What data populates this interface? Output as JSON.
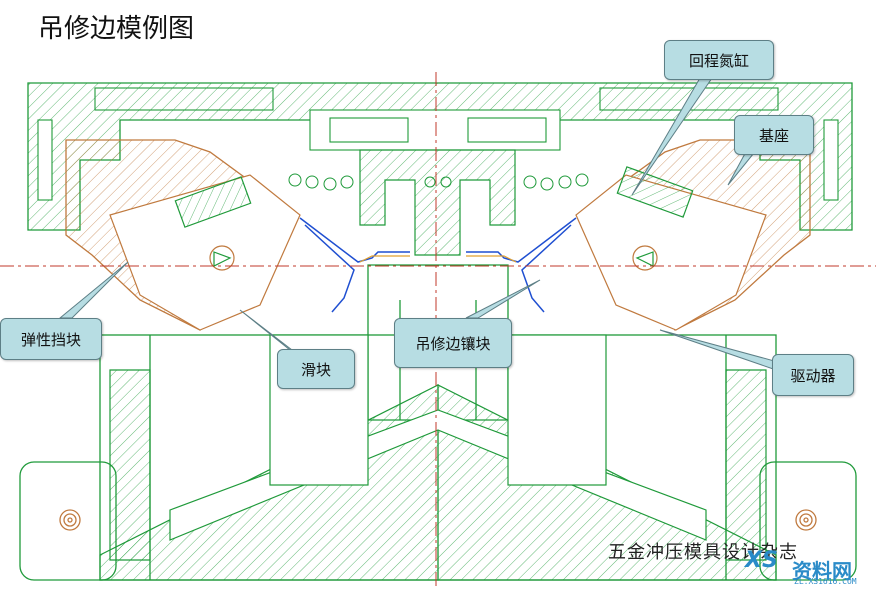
{
  "title": "吊修边模例图",
  "callouts": {
    "return_cylinder": "回程氮缸",
    "base": "基座",
    "elastic_stop": "弹性挡块",
    "slider": "滑块",
    "trim_insert": "吊修边镶块",
    "driver": "驱动器"
  },
  "watermark": {
    "text": "五金冲压模具设计杂志",
    "logo": "XS",
    "brand": "资料网",
    "url": "ZL.XS1616.COM"
  },
  "colors": {
    "die_outline": "#1f9a3a",
    "slider_outline": "#c07a3f",
    "insert_outline": "#1f4fd1",
    "centerline": "#c0392b",
    "callout_bg": "#b7dde3"
  }
}
